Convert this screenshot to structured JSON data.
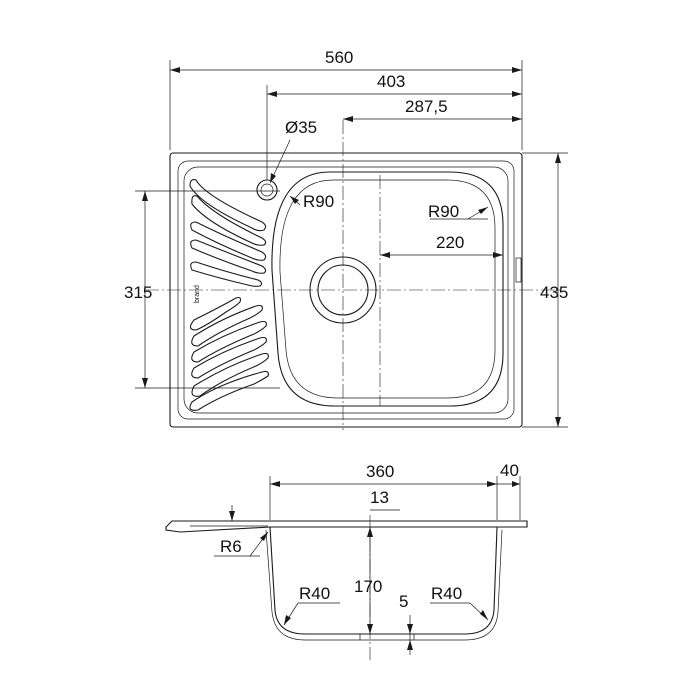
{
  "top_view": {
    "dim_width": "560",
    "dim_403": "403",
    "dim_287": "287,5",
    "dim_hole": "Ø35",
    "dim_r90_left": "R90",
    "dim_r90_right": "R90",
    "dim_220": "220",
    "dim_315": "315",
    "dim_435": "435",
    "logo": "brand"
  },
  "side_view": {
    "dim_360": "360",
    "dim_40": "40",
    "dim_13": "13",
    "dim_r6": "R6",
    "dim_r40_left": "R40",
    "dim_170": "170",
    "dim_5": "5",
    "dim_r40_right": "R40"
  },
  "colors": {
    "line": "#1a1a1a",
    "background": "#ffffff"
  }
}
